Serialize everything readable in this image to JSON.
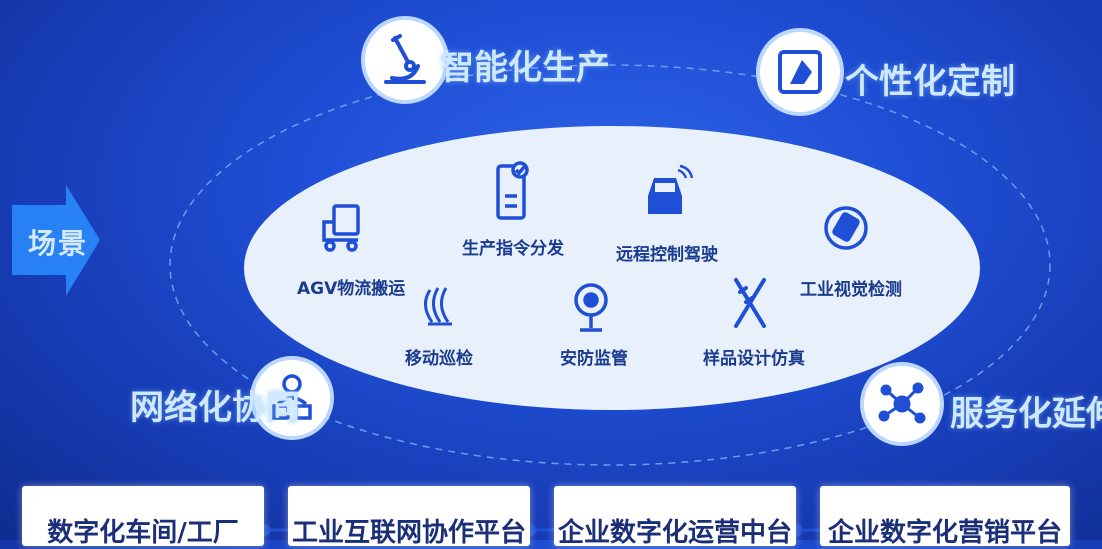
{
  "arrow_label": "场景",
  "corners": [
    {
      "label": "智能化生产",
      "icon": "microscope-icon"
    },
    {
      "label": "个性化定制",
      "icon": "custom-box-icon"
    },
    {
      "label": "网络化协同",
      "icon": "network-user-icon"
    },
    {
      "label": "服务化延伸",
      "icon": "hub-icon"
    }
  ],
  "scenes": [
    {
      "label": "AGV物流搬运",
      "icon": "truck-icon"
    },
    {
      "label": "生产指令分发",
      "icon": "clipboard-check-icon"
    },
    {
      "label": "远程控制驾驶",
      "icon": "car-wifi-icon"
    },
    {
      "label": "工业视觉检测",
      "icon": "vision-inspect-icon"
    },
    {
      "label": "移动巡检",
      "icon": "patrol-icon"
    },
    {
      "label": "安防监管",
      "icon": "camera-icon"
    },
    {
      "label": "样品设计仿真",
      "icon": "design-tools-icon"
    }
  ],
  "platforms": [
    {
      "label": "数字化车间/工厂"
    },
    {
      "label": "工业互联网协作平台"
    },
    {
      "label": "企业数字化运营中台"
    },
    {
      "label": "企业数字化营销平台"
    }
  ],
  "colors": {
    "background": "#1f4fd6",
    "ellipse": "#e8f1fb",
    "icon": "#1f4fd6",
    "corner_text": "#cfe7ff",
    "scene_text": "#1a3b8f"
  }
}
